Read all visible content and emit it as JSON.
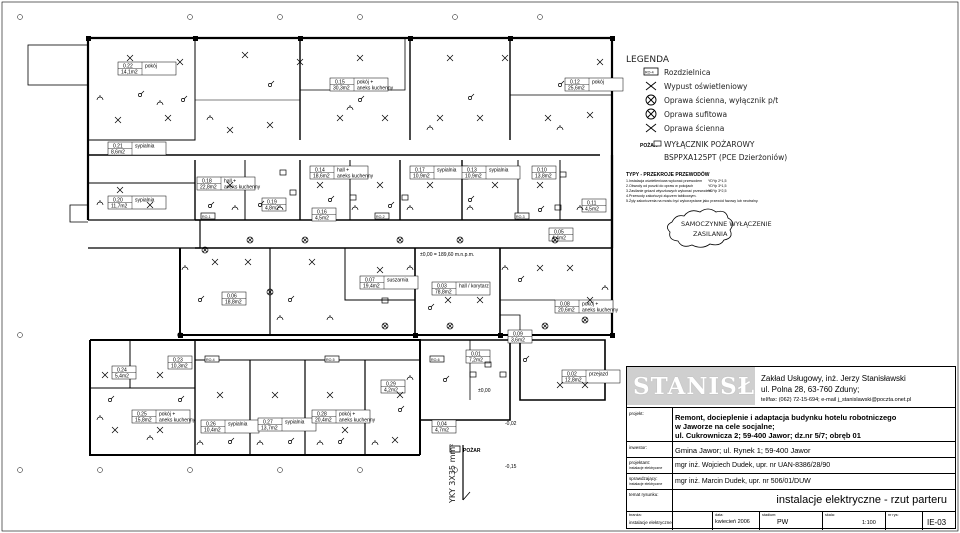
{
  "legend": {
    "title": "LEGENDA",
    "items": [
      {
        "symbol": "RO-4",
        "label": "Rozdzielnica"
      },
      {
        "symbol": "x",
        "label": "Wypust oświetleniowy"
      },
      {
        "symbol": "circle-x-1",
        "label": "Oprawa ścienna, wyłącznik p/t"
      },
      {
        "symbol": "circle-x-2",
        "label": "Oprawa sufitowa"
      },
      {
        "symbol": "x-2",
        "label": "Oprawa ścienna"
      },
      {
        "symbol": "POŻAR",
        "label": "WYŁĄCZNIK POŻAROWY"
      },
      {
        "symbol": "",
        "label": "BSPPXA125PT (PCE Dzierżoniów)"
      }
    ],
    "types_title": "TYPY - PRZEKROJE PRZEWODÓW",
    "types": [
      {
        "text": "1.Instalacja oświetleniowa wykonać przewodem",
        "code": "YDYp 2*1,5"
      },
      {
        "text": "2.Obwody od puszki do opraw w pokojach",
        "code": "YDYp 3*1,5"
      },
      {
        "text": "3.Zasilanie gniazd wtyczkowych wykonać przewodem",
        "code": "YDYp 3*2,5"
      },
      {
        "text": "4.Przewody zakończyć złączem tablicowym.",
        "code": ""
      },
      {
        "text": "5.Żyły zakończenia na mostu być wykorzystane jako przewód fazowy lub neutralny.",
        "code": ""
      }
    ],
    "cloud_text": [
      "SAMOCZYNNE WYŁĄCZENIE",
      "ZASILANIA"
    ]
  },
  "rooms": [
    {
      "no": "0.22",
      "area": "14,1m2",
      "name": "pokój"
    },
    {
      "no": "0.15",
      "area": "30,3m2",
      "name": "pokój + aneks kuchenny"
    },
    {
      "no": "0.12",
      "area": "25,6m2",
      "name": "pokój"
    },
    {
      "no": "0.21",
      "area": "8,6m2",
      "name": "sypialnia"
    },
    {
      "no": "0.18",
      "area": "22,8m2",
      "name": "hall + aneks kuchenny"
    },
    {
      "no": "0.14",
      "area": "18,6m2",
      "name": "hall + aneks kuchenny"
    },
    {
      "no": "0.17",
      "area": "10,9m2",
      "name": "sypialnia"
    },
    {
      "no": "0.13",
      "area": "10,9m2",
      "name": "sypialnia"
    },
    {
      "no": "0.10",
      "area": "13,8m2",
      "name": ""
    },
    {
      "no": "0.20",
      "area": "11,7m2",
      "name": "sypialnia"
    },
    {
      "no": "0.19",
      "area": "4,8m2",
      "name": ""
    },
    {
      "no": "0.16",
      "area": "4,5m2",
      "name": ""
    },
    {
      "no": "0.11",
      "area": "4,5m2",
      "name": ""
    },
    {
      "no": "0.05",
      "area": "4,4m2",
      "name": ""
    },
    {
      "no": "0.06",
      "area": "18,8m2",
      "name": ""
    },
    {
      "no": "0.07",
      "area": "19,4m2",
      "name": "suszarnia"
    },
    {
      "no": "0.03",
      "area": "78,8m2",
      "name": "hall / korytarz"
    },
    {
      "no": "0.08",
      "area": "20,6m2",
      "name": "pokój + aneks kuchenny"
    },
    {
      "no": "0.09",
      "area": "3,6m2",
      "name": ""
    },
    {
      "no": "0.23",
      "area": "10,3m2",
      "name": ""
    },
    {
      "no": "0.24",
      "area": "5,4m2",
      "name": ""
    },
    {
      "no": "0.01",
      "area": "7,2m2",
      "name": ""
    },
    {
      "no": "0.02",
      "area": "12,8m2",
      "name": "przejazd"
    },
    {
      "no": "0.29",
      "area": "4,2m2",
      "name": ""
    },
    {
      "no": "0.25",
      "area": "15,8m2",
      "name": "pokój + aneks kuchenny"
    },
    {
      "no": "0.26",
      "area": "10,4m2",
      "name": "sypialnia"
    },
    {
      "no": "0.27",
      "area": "13,7m2",
      "name": "sypialnia"
    },
    {
      "no": "0.28",
      "area": "20,4m2",
      "name": "pokój + aneks kuchenny"
    },
    {
      "no": "0.04",
      "area": "4,7m2",
      "name": ""
    }
  ],
  "levels": {
    "datum": "±0,00 = 189,60 m.n.p.m.",
    "lvl1": "±0,00",
    "lvl2": "-0,02",
    "lvl3": "-0,15"
  },
  "boards": [
    "RO-1",
    "RO-2",
    "RO-3",
    "RO-4",
    "RO-5",
    "RO-6"
  ],
  "pozar_label": "POŻAR",
  "cable_label": "YKY 3X35 mm²",
  "title_block": {
    "company": "Zakład Usługowy, inż. Jerzy Stanisławski",
    "address": "ul. Polna 28, 63-760 Zduny;",
    "contact": "tel/fax: (062) 72-15-694; e-mail j_stanislawski@poczta.onet.pl",
    "logo": "STANISŁAWSKI",
    "project_key": "projekt:",
    "project": [
      "Remont, docieplenie i adaptacja budynku hotelu robotniczego",
      "w Jaworze na cele socjalne;",
      "ul. Cukrownicza 2; 59-400 Jawor; dz.nr 5/7; obręb 01"
    ],
    "investor_key": "inwestor:",
    "investor": "Gmina Jawor; ul. Rynek 1; 59-400 Jawor",
    "designer_key": "projektant:",
    "designer_sub": "instalacje elektryczne",
    "designer": "mgr inż. Wojciech Dudek, upr. nr UAN-8386/28/90",
    "checker_key": "sprawdzający:",
    "checker_sub": "instalacje elektryczne",
    "checker": "mgr inż. Marcin Dudek, upr. nr 506/01/DUW",
    "drawing_key": "temat rysunku:",
    "drawing": "instalacje elektryczne - rzut parteru",
    "branch_key": "branża:",
    "branch": "instalacje elektryczne",
    "date_key": "data:",
    "date": "kwiecień 2006",
    "stage_key": "stadium:",
    "stage": "PW",
    "scale_key": "skala:",
    "scale": "1:100",
    "sheet_key": "nr rys:",
    "sheet": "IE-03"
  }
}
